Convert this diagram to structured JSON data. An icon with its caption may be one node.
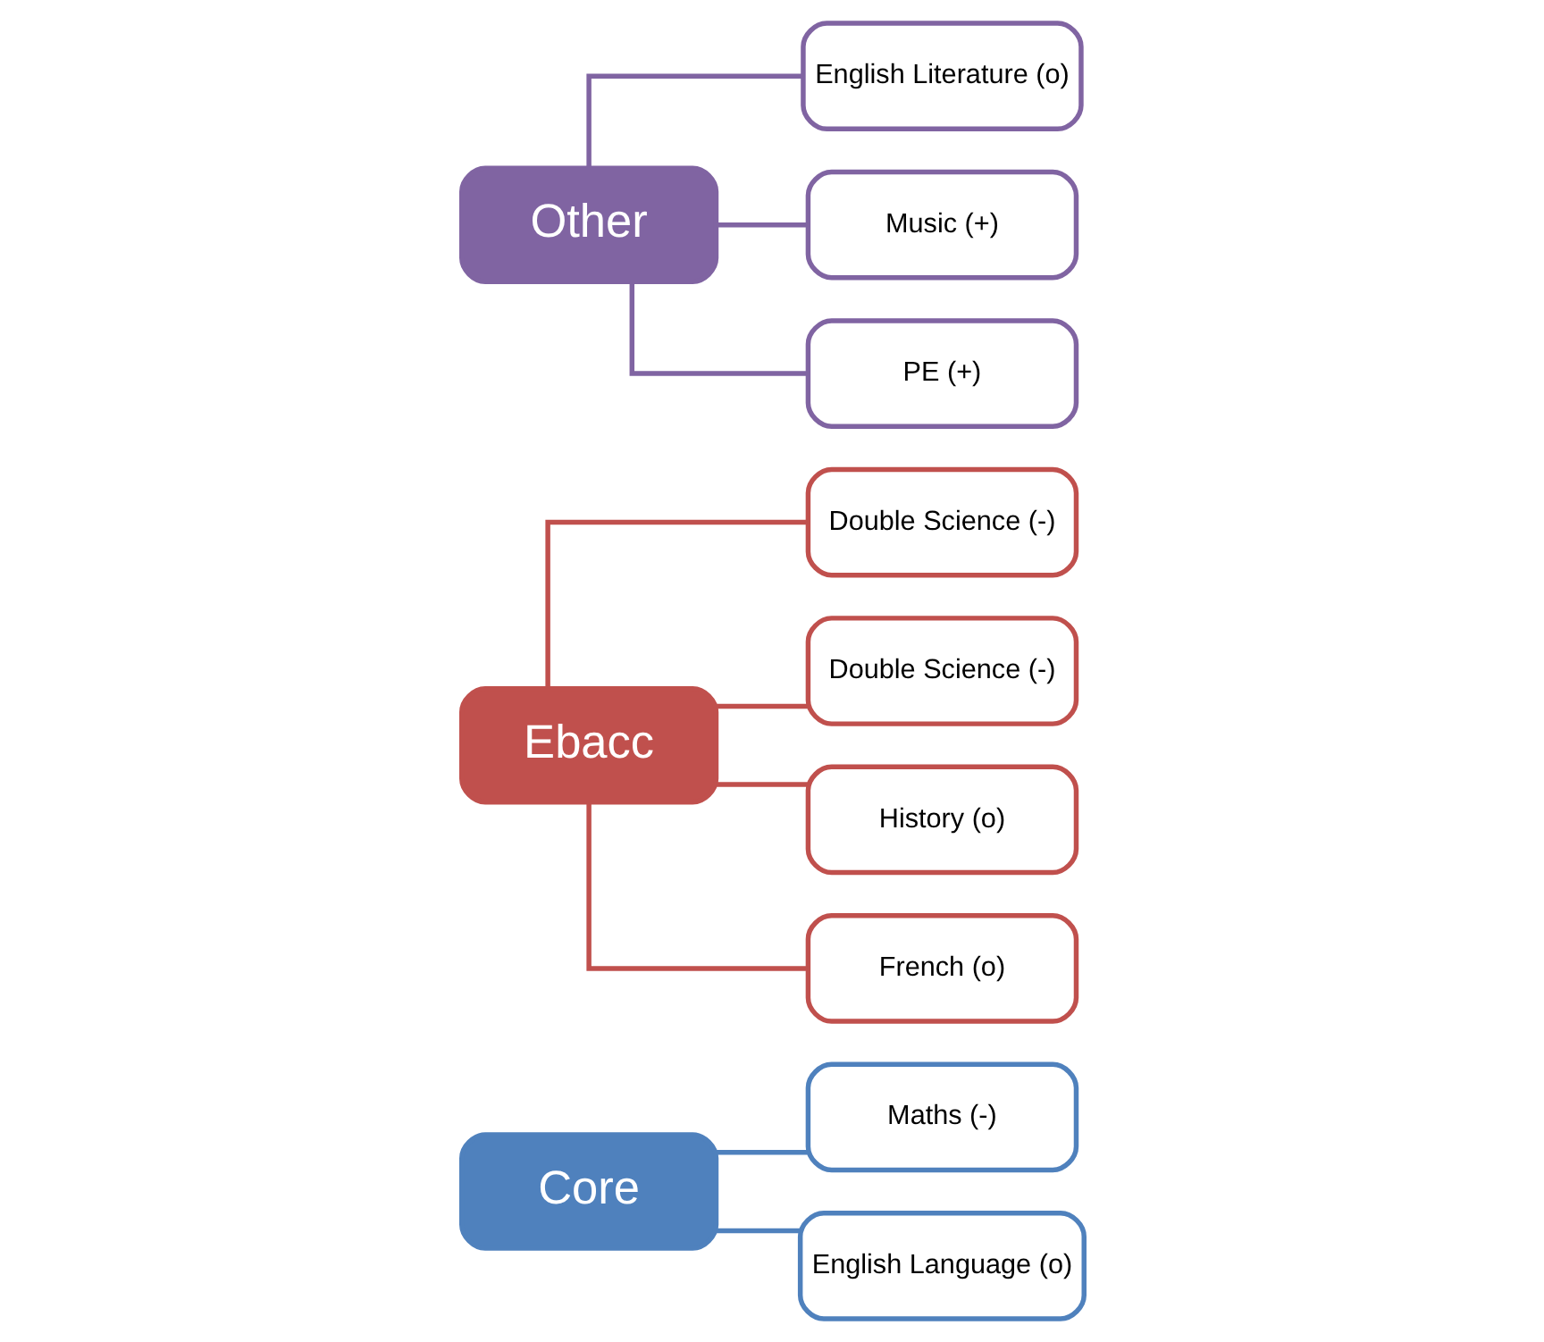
{
  "diagram": {
    "nodes": [
      {
        "text": [
          "Core"
        ]
      },
      {
        "text": [
          "Maths (-)"
        ]
      },
      {
        "text": [
          "English Language (o)"
        ]
      },
      {
        "text": [
          "Ebacc"
        ]
      },
      {
        "text": [
          "Double Science (-)"
        ]
      },
      {
        "text": [
          "Double Science (-)"
        ]
      },
      {
        "text": [
          "History (o)"
        ]
      },
      {
        "text": [
          "French (o)"
        ]
      },
      {
        "text": [
          "Other"
        ]
      },
      {
        "text": [
          "English Literature (o)"
        ]
      },
      {
        "text": [
          "Music (+)"
        ]
      },
      {
        "text": [
          "PE (+)"
        ]
      }
    ],
    "edges": [
      {
        "from": 0,
        "to": 1,
        "arrow": "none",
        "color": "#4f81bd"
      },
      {
        "from": 0,
        "to": 2,
        "arrow": "none",
        "color": "#4f81bd"
      },
      {
        "from": 3,
        "to": 4,
        "arrow": "none",
        "color": "#c0504d"
      },
      {
        "from": 3,
        "to": 5,
        "arrow": "none",
        "color": "#c0504d"
      },
      {
        "from": 3,
        "to": 6,
        "arrow": "none",
        "color": "#c0504d"
      },
      {
        "from": 3,
        "to": 7,
        "arrow": "none",
        "color": "#c0504d"
      },
      {
        "from": 8,
        "to": 9,
        "arrow": "none",
        "color": "#8064a2"
      },
      {
        "from": 8,
        "to": 10,
        "arrow": "none",
        "color": "#8064a2"
      },
      {
        "from": 8,
        "to": 11,
        "arrow": "none",
        "color": "#8064a2"
      }
    ]
  }
}
